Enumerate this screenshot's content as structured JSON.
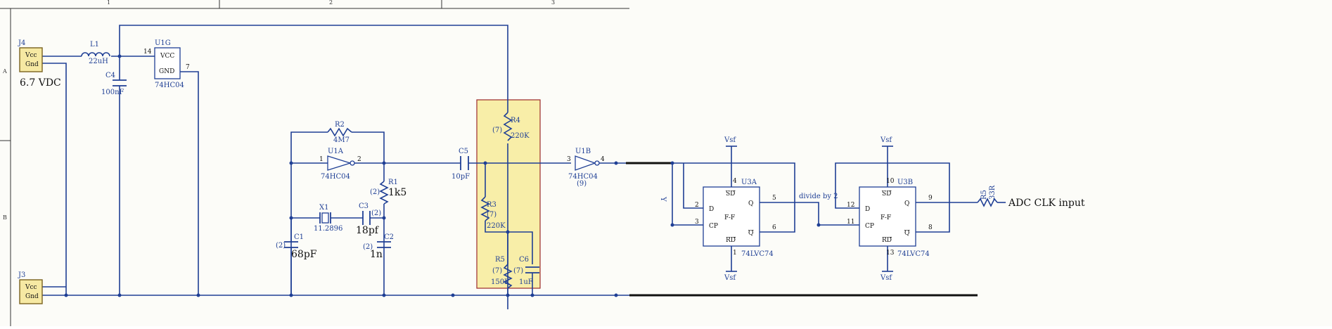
{
  "border": {
    "zones": [
      "1",
      "2",
      "3"
    ],
    "rows": [
      "A",
      "B"
    ]
  },
  "power": {
    "j4": {
      "ref": "J4",
      "pins": [
        "Vcc",
        "Gnd"
      ],
      "label": "6.7 VDC"
    },
    "j3": {
      "ref": "J3",
      "pins": [
        "Vcc",
        "Gnd"
      ]
    },
    "l1": {
      "ref": "L1",
      "value": "22uH"
    },
    "c4": {
      "ref": "C4",
      "value": "100nF"
    },
    "u1g": {
      "ref": "U1G",
      "pin_vcc": "VCC",
      "pin_gnd": "GND",
      "pin14": "14",
      "pin7": "7",
      "part": "74HC04"
    }
  },
  "oscillator": {
    "r2": {
      "ref": "R2",
      "value": "4M7"
    },
    "u1a": {
      "ref": "U1A",
      "pin_in": "1",
      "pin_out": "2",
      "part": "74HC04"
    },
    "r1": {
      "ref": "R1",
      "count": "(2)",
      "value": "1k5"
    },
    "x1": {
      "ref": "X1",
      "value": "11.2896"
    },
    "c3": {
      "ref": "C3",
      "count": "(2)",
      "value": "18pf"
    },
    "c1": {
      "ref": "C1",
      "count": "(2)",
      "value": "68pF"
    },
    "c2": {
      "ref": "C2",
      "count": "(2)",
      "value": "1n"
    },
    "c5": {
      "ref": "C5",
      "value": "10pF"
    }
  },
  "bias": {
    "r4": {
      "ref": "R4",
      "count": "(7)",
      "value": "220K"
    },
    "r3": {
      "ref": "R3",
      "count": "(7)",
      "value": "220K"
    },
    "r5": {
      "ref": "R5",
      "count": "(7)",
      "value": "150K"
    },
    "c6": {
      "ref": "C6",
      "count": "(7)",
      "value": "1uF"
    }
  },
  "buffer": {
    "u1b": {
      "ref": "U1B",
      "pin_in": "3",
      "pin_out": "4",
      "part": "74HC04",
      "count": "(9)"
    }
  },
  "dividers": {
    "u3a": {
      "ref": "U3A",
      "part": "74LVC74",
      "fn": "F-F",
      "pins": {
        "d": "2",
        "cp": "3",
        "q": "5",
        "qn": "6",
        "sd": "4",
        "rd": "1"
      }
    },
    "u3b": {
      "ref": "U3B",
      "part": "74LVC74",
      "fn": "F-F",
      "pins": {
        "d": "12",
        "cp": "11",
        "q": "9",
        "qn": "8",
        "sd": "10",
        "rd": "13"
      }
    },
    "pin_names": {
      "d": "D",
      "cp": "CP",
      "q": "Q",
      "qn": "Q",
      "sd": "SD",
      "rd": "RD"
    },
    "vsf": "Vsf",
    "divide_label": "divide by 2",
    "ny": "Y"
  },
  "output": {
    "r5b": {
      "ref": "R5",
      "value": "33R"
    },
    "label": "ADC CLK input"
  },
  "colors": {
    "wire": "#1f3f95",
    "highlight": "#f8eea8",
    "highlight_border": "#9b2a2a",
    "bus": "#111111"
  }
}
